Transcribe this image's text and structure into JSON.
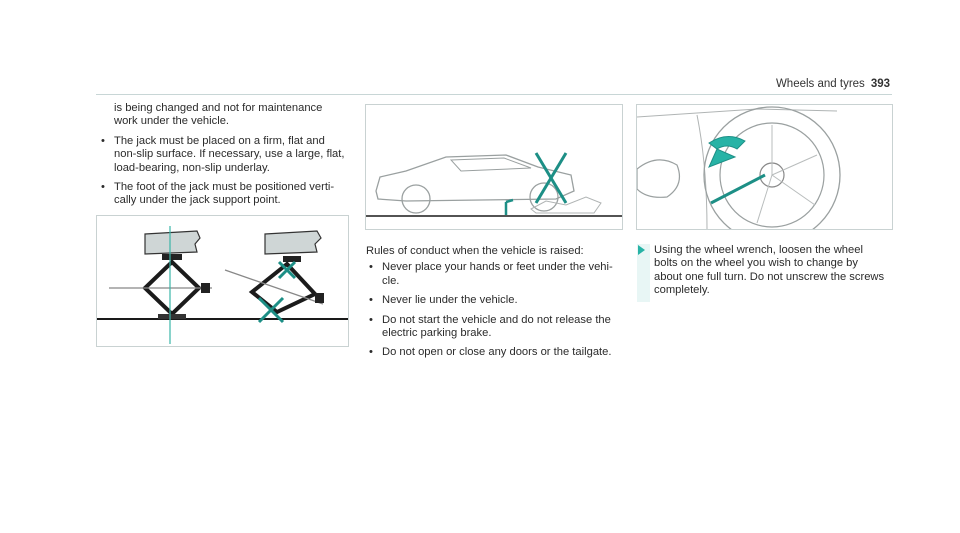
{
  "header": {
    "section_title": "Wheels and tyres",
    "page_number": "393"
  },
  "column1": {
    "continuation": "is being changed and not for maintenance work under the vehicle.",
    "bullets": [
      "The jack must be placed on a firm, flat and non-slip surface. If necessary, use a large, flat, load-bearing, non-slip underlay.",
      "The foot of the jack must be positioned verti- cally under the jack support point."
    ]
  },
  "column2": {
    "intro": "Rules of conduct when the vehicle is raised:",
    "bullets": [
      "Never place your hands or feet under the vehi- cle.",
      "Never lie under the vehicle.",
      "Do not start the vehicle and do not release the electric parking brake.",
      "Do not open or close any doors or the tailgate."
    ]
  },
  "column3": {
    "instruction": "Using the wheel wrench, loosen the wheel bolts on the wheel you wish to change by about one full turn. Do not unscrew the screws completely."
  },
  "bullet_char": "•",
  "colors": {
    "accent": "#27b3a6",
    "rule": "#c8d6d6",
    "text": "#2b2b2b"
  },
  "icons": [
    "arrow-right-icon",
    "cross-mark-icon"
  ]
}
